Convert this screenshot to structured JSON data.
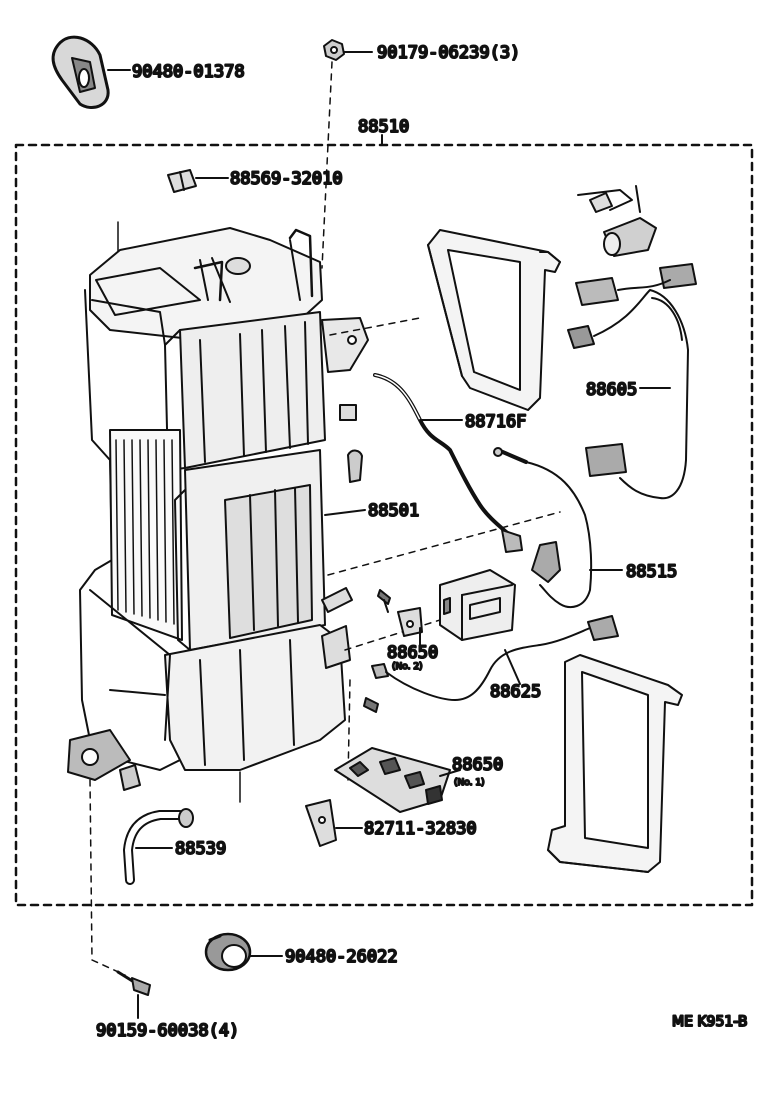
{
  "diagram": {
    "labels": {
      "p90480_01378": "90480-01378",
      "p90179_06239": "90179-06239(3)",
      "p88510": "88510",
      "p88569_32010": "88569-32010",
      "p88605": "88605",
      "p88716F": "88716F",
      "p88501": "88501",
      "p88515": "88515",
      "p88650_a": "88650",
      "p88650_a_note": "(No. 2)",
      "p88625": "88625",
      "p88650_b": "88650",
      "p88650_b_note": "(No. 1)",
      "p82711_32830": "82711-32830",
      "p88539": "88539",
      "p90480_26022": "90480-26022",
      "p90159_60038": "90159-60038(4)",
      "ref_code": "ME  K951-B"
    },
    "line_color": "#111111"
  }
}
